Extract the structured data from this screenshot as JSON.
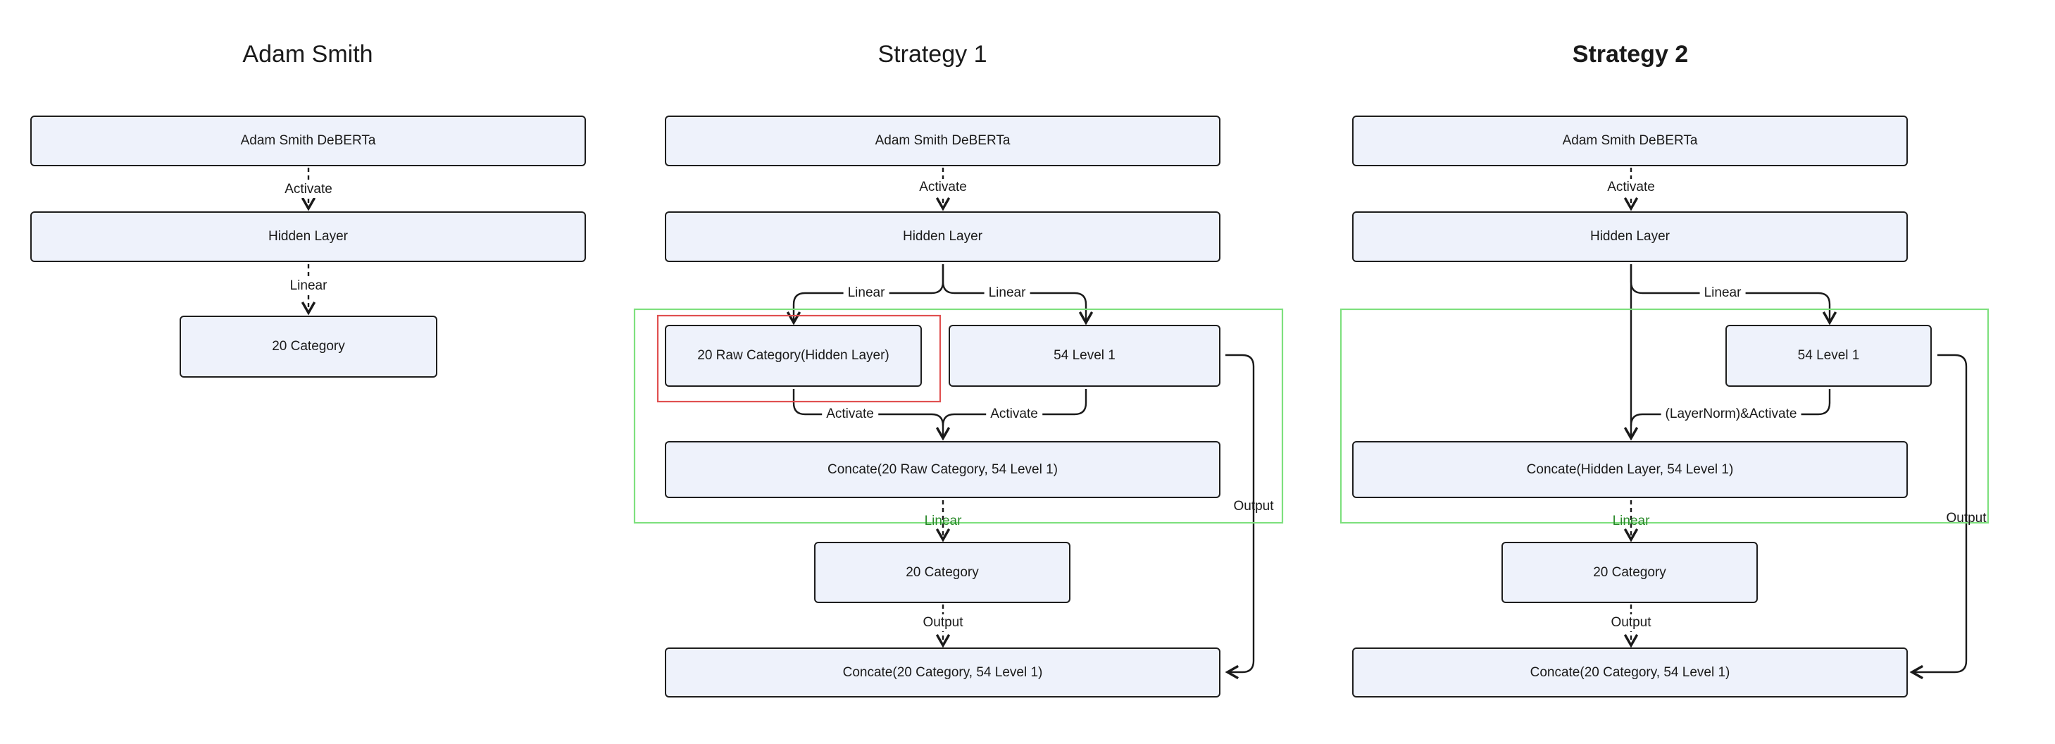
{
  "columns": {
    "col1": {
      "title": "Adam Smith",
      "encoder": "Adam Smith DeBERTa",
      "hidden": "Hidden Layer",
      "output": "20 Category",
      "edge_activate": "Activate",
      "edge_linear": "Linear"
    },
    "col2": {
      "title": "Strategy 1",
      "encoder": "Adam Smith DeBERTa",
      "hidden": "Hidden Layer",
      "raw": "20 Raw Category(Hidden Layer)",
      "level1": "54 Level 1",
      "concat": "Concate(20 Raw Category, 54 Level 1)",
      "category": "20 Category",
      "final": "Concate(20 Category, 54 Level 1)",
      "edge_activate": "Activate",
      "edge_linear_left": "Linear",
      "edge_linear_right": "Linear",
      "edge_activate_left": "Activate",
      "edge_activate_right": "Activate",
      "edge_linear_bottom": "Linear",
      "edge_output": "Output",
      "edge_output_side": "Output"
    },
    "col3": {
      "title": "Strategy 2",
      "encoder": "Adam Smith DeBERTa",
      "hidden": "Hidden Layer",
      "level1": "54 Level 1",
      "concat": "Concate(Hidden Layer, 54 Level 1)",
      "category": "20 Category",
      "final": "Concate(20 Category, 54 Level 1)",
      "edge_activate": "Activate",
      "edge_linear": "Linear",
      "edge_layernorm": "(LayerNorm)&Activate",
      "edge_linear_bottom": "Linear",
      "edge_output": "Output",
      "edge_output_side": "Output"
    }
  },
  "colors": {
    "node_fill": "#eef2fb",
    "node_border": "#1e1e1e",
    "highlight_green": "#7ee07e",
    "highlight_red": "#e05050",
    "label_green": "#2a8a2a"
  }
}
